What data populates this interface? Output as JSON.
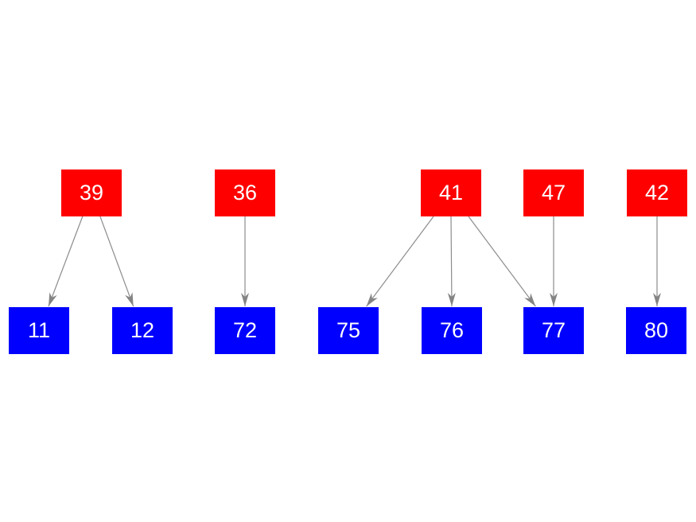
{
  "diagram": {
    "background_color": "#ffffff",
    "colors": {
      "parent_node": "#ff0000",
      "child_node": "#0000ff",
      "node_text": "#ffffff",
      "edge": "#8c8c8c"
    },
    "nodes": [
      {
        "label": "39",
        "type": "parent"
      },
      {
        "label": "36",
        "type": "parent"
      },
      {
        "label": "41",
        "type": "parent"
      },
      {
        "label": "47",
        "type": "parent"
      },
      {
        "label": "42",
        "type": "parent"
      },
      {
        "label": "11",
        "type": "child"
      },
      {
        "label": "12",
        "type": "child"
      },
      {
        "label": "72",
        "type": "child"
      },
      {
        "label": "75",
        "type": "child"
      },
      {
        "label": "76",
        "type": "child"
      },
      {
        "label": "77",
        "type": "child"
      },
      {
        "label": "80",
        "type": "child"
      }
    ],
    "edges": [
      {
        "from": "39",
        "to": "11"
      },
      {
        "from": "39",
        "to": "12"
      },
      {
        "from": "36",
        "to": "72"
      },
      {
        "from": "41",
        "to": "75"
      },
      {
        "from": "41",
        "to": "76"
      },
      {
        "from": "41",
        "to": "77"
      },
      {
        "from": "47",
        "to": "77"
      },
      {
        "from": "42",
        "to": "80"
      }
    ]
  }
}
